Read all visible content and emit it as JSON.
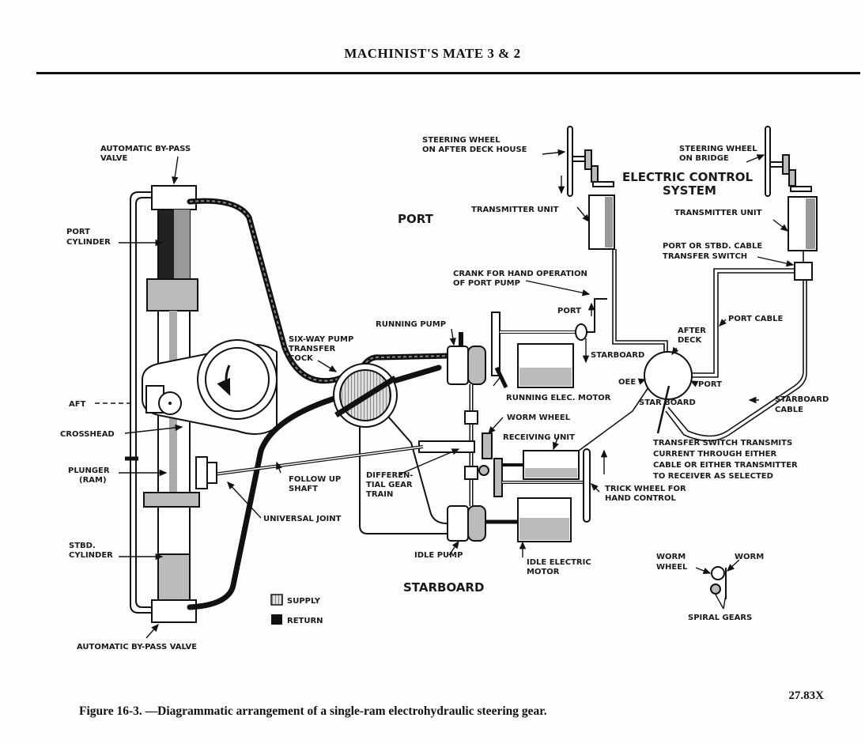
{
  "header": {
    "title": "MACHINIST'S MATE 3 & 2"
  },
  "figure": {
    "number": "27.83X",
    "caption": "Figure 16-3. —Diagrammatic arrangement of a single-ram electrohydraulic steering gear."
  },
  "labels": {
    "auto_bypass_top": [
      "AUTOMATIC BY-PASS",
      "VALVE"
    ],
    "port_cylinder": [
      "PORT",
      "CYLINDER"
    ],
    "aft": "AFT",
    "crosshead": "CROSSHEAD",
    "plunger": [
      "PLUNGER",
      "(RAM)"
    ],
    "stbd_cylinder": [
      "STBD.",
      "CYLINDER"
    ],
    "auto_bypass_bottom": "AUTOMATIC BY-PASS VALVE",
    "port_region": "PORT",
    "starboard_region": "STARBOARD",
    "six_way": [
      "SIX-WAY PUMP",
      "TRANSFER",
      "COCK"
    ],
    "running_pump": "RUNNING PUMP",
    "follow_up": [
      "FOLLOW UP",
      "SHAFT"
    ],
    "universal_joint": "UNIVERSAL JOINT",
    "differential": [
      "DIFFEREN-",
      "TIAL GEAR",
      "TRAIN"
    ],
    "idle_pump": "IDLE PUMP",
    "idle_motor": [
      "IDLE ELECTRIC",
      "MOTOR"
    ],
    "running_motor": "RUNNING ELEC. MOTOR",
    "worm_wheel": "WORM WHEEL",
    "receiving_unit": "RECEIVING UNIT",
    "trick_wheel": [
      "TRICK WHEEL FOR",
      "HAND CONTROL"
    ],
    "crank": [
      "CRANK FOR HAND OPERATION",
      "OF PORT PUMP"
    ],
    "crank_port": "PORT",
    "crank_starboard": "STARBOARD",
    "sw_after_deck": [
      "STEERING WHEEL",
      "ON AFTER DECK HOUSE"
    ],
    "transmitter_1": "TRANSMITTER UNIT",
    "electric_control": [
      "ELECTRIC CONTROL",
      "SYSTEM"
    ],
    "sw_bridge": [
      "STEERING WHEEL",
      "ON BRIDGE"
    ],
    "transmitter_2": "TRANSMITTER UNIT",
    "cable_switch": [
      "PORT OR STBD. CABLE",
      "TRANSFER SWITCH"
    ],
    "port_cable": "PORT CABLE",
    "after_deck": [
      "AFTER",
      "DECK"
    ],
    "oee": "OEE",
    "switch_port": "PORT",
    "switch_starboard": "STAR BOARD",
    "starboard_cable": [
      "STARBOARD",
      "CABLE"
    ],
    "transfer_note": [
      "TRANSFER SWITCH TRANSMITS",
      "CURRENT THROUGH EITHER",
      "CABLE OR EITHER TRANSMITTER",
      "TO RECEIVER AS SELECTED"
    ],
    "detail_worm_wheel": [
      "WORM",
      "WHEEL"
    ],
    "detail_worm": "WORM",
    "detail_spiral": "SPIRAL GEARS"
  },
  "legend": [
    {
      "label": "SUPPLY",
      "swatch": "hatched"
    },
    {
      "label": "RETURN",
      "swatch": "solid"
    }
  ],
  "colors": {
    "ink": "#111111",
    "paper": "#fdfdfd",
    "shade": "#bbbbbb"
  }
}
